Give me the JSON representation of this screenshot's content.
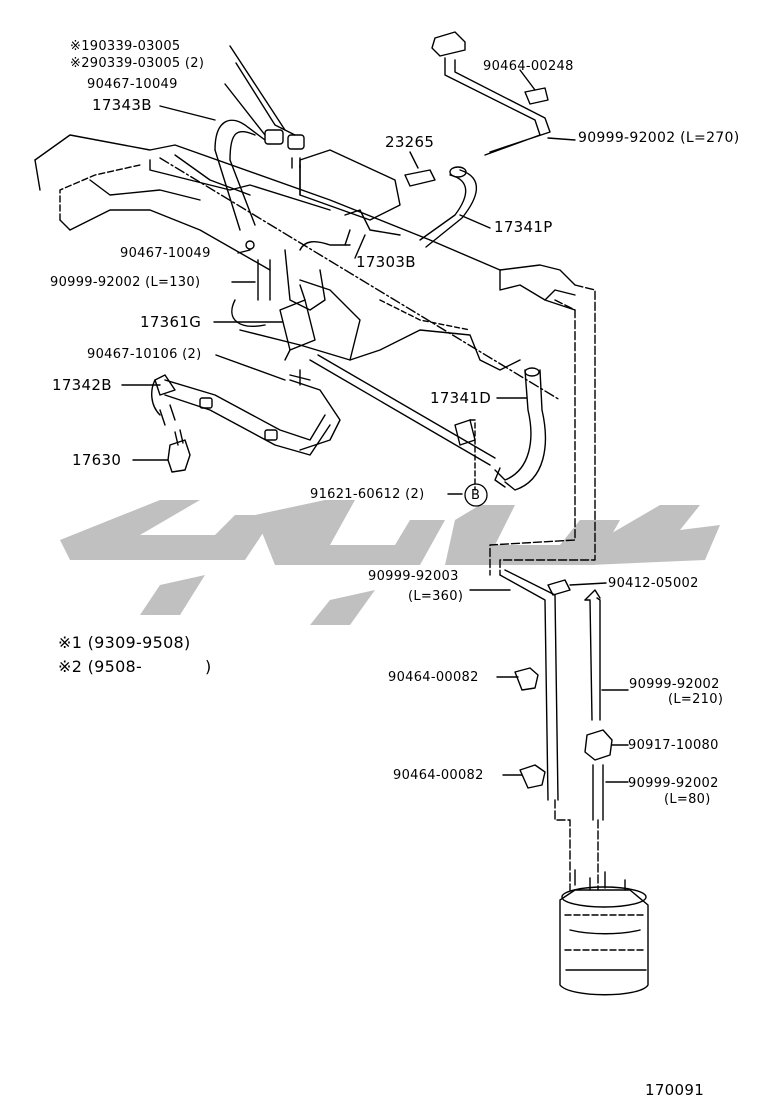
{
  "labels": {
    "p1": "※190339-03005",
    "p2": "※290339-03005 (2)",
    "p3": "90467-10049",
    "p4": "17343B",
    "p5": "90464-00248",
    "p6": "23265",
    "p7": "90999-92002 (L=270)",
    "p8": "17341P",
    "p9": "17303B",
    "p10": "90467-10049",
    "p11": "90999-92002 (L=130)",
    "p12": "17361G",
    "p13": "90467-10106 (2)",
    "p14": "17342B",
    "p15": "17341D",
    "p16": "17630",
    "p17": "91621-60612 (2)",
    "p18": "90999-92003",
    "p19": "(L=360)",
    "p20": "90412-05002",
    "p21": "90464-00082",
    "p22": "90999-92002",
    "p23": "(L=210)",
    "p24": "90917-10080",
    "p25": "90464-00082",
    "p26": "90999-92002",
    "p27": "(L=80)",
    "circle_b": "B"
  },
  "notes": {
    "n1": "※1 (9309-9508)",
    "n2a": "※2 (9508-",
    "n2b": ")"
  },
  "figure_number": "170091",
  "watermark_color": "#bdbdbd"
}
